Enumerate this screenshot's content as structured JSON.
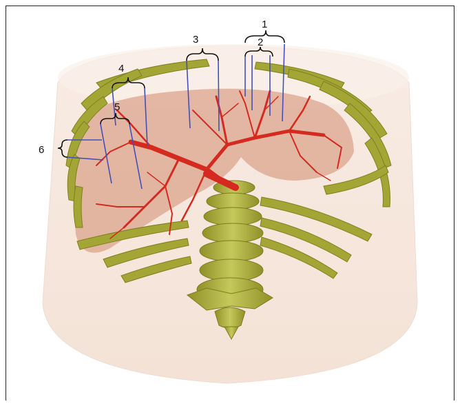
{
  "figure": {
    "labels": [
      {
        "id": "1",
        "text": "1"
      },
      {
        "id": "2",
        "text": "2"
      },
      {
        "id": "3",
        "text": "3"
      },
      {
        "id": "4",
        "text": "4"
      },
      {
        "id": "5",
        "text": "5"
      },
      {
        "id": "6",
        "text": "6"
      }
    ],
    "colors": {
      "phantom": "#f7e6dc",
      "liver": "#d9a08a",
      "vessels": "#d42a1f",
      "bone": "#a9ab3c",
      "needle": "#4450b8"
    }
  }
}
